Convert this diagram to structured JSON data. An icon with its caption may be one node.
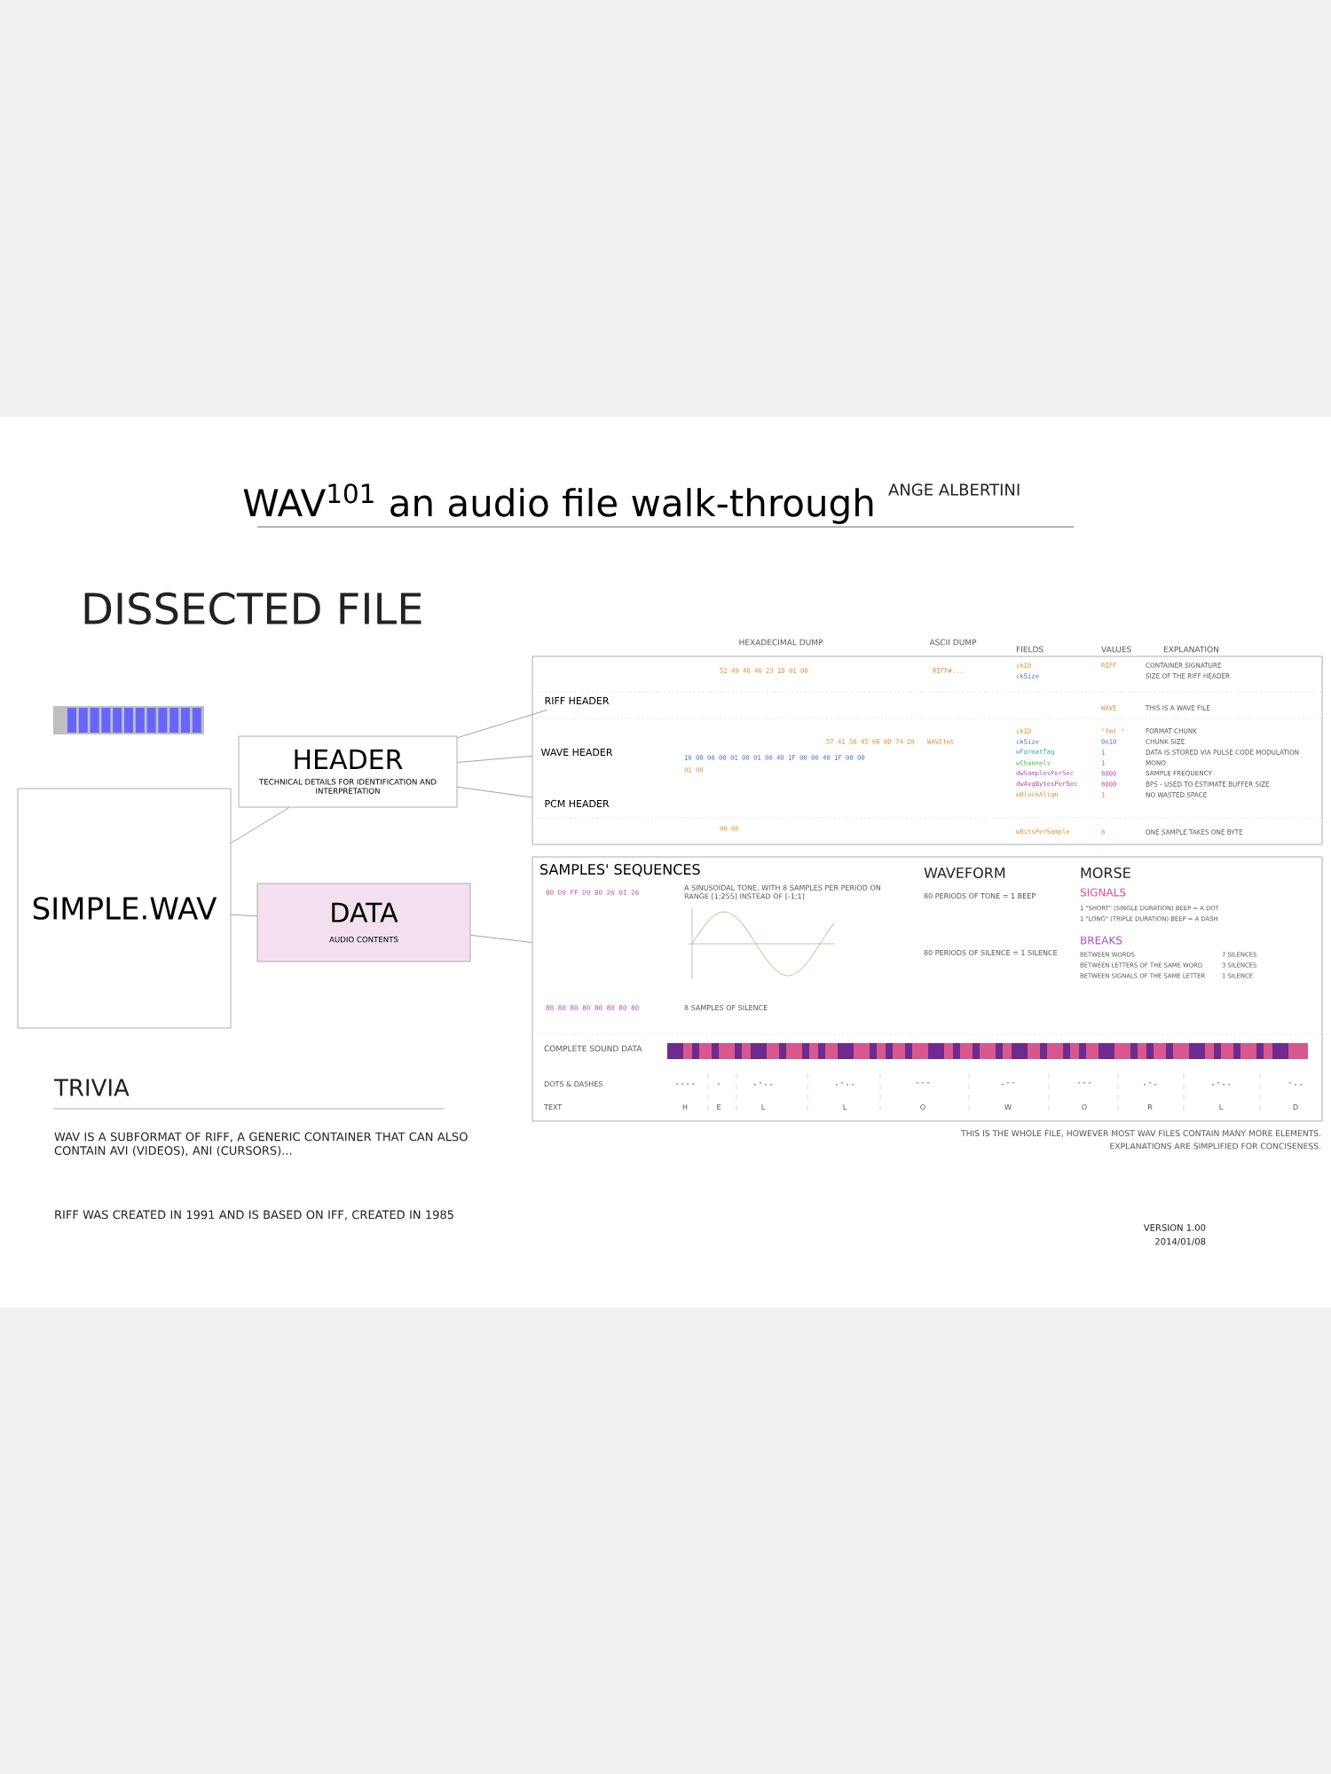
{
  "diagram": {
    "title": "WAV$^{101}$ an audio file walk-through",
    "nodes": [
      {
        "text": [
          "SIMPLE.WAV"
        ]
      },
      {
        "text": [
          "HEADER",
          "TECHNICAL DETAILS FOR IDENTIFICATION AND INTERPRETATION"
        ]
      },
      {
        "text": [
          "DATA",
          "AUDIO CONTENTS"
        ]
      },
      {
        "text": [
          "RIFF HEADER"
        ]
      },
      {
        "text": [
          "WAVE HEADER"
        ]
      },
      {
        "text": [
          "PCM HEADER"
        ]
      },
      {
        "text": [
          "SAMPLES' SEQUENCES"
        ]
      }
    ],
    "edges": [
      {
        "from": 0,
        "to": 1,
        "arrow": "none"
      },
      {
        "from": 0,
        "to": 2,
        "arrow": "none"
      },
      {
        "from": 1,
        "to": 3,
        "arrow": "none"
      },
      {
        "from": 1,
        "to": 4,
        "arrow": "none"
      },
      {
        "from": 1,
        "to": 5,
        "arrow": "none"
      },
      {
        "from": 2,
        "to": 6,
        "arrow": "none"
      }
    ],
    "labels": [
      "DISSECTED FILE",
      "ANGE ALBERTINI",
      "HEXADECIMAL DUMP",
      "ASCII DUMP",
      "FIELDS",
      "VALUES",
      "EXPLANATION",
      "52 49 46 46 23 1D 01 00",
      "RIFF#...",
      "ckID",
      "RIFF",
      "CONTAINER SIGNATURE",
      "ckSize",
      "SIZE OF THE RIFF HEADER",
      "WAVE",
      "THIS IS A WAVE FILE",
      "57 41 56 45 66 6D 74 20",
      "WAVEfmt",
      "10 00 00 00 01 00 01 00 40 1F 00 00 40 1F 00 00",
      "01 00",
      "ckID",
      "\"fmt \"",
      "FORMAT CHUNK",
      "ckSize",
      "0x10",
      "CHUNK SIZE",
      "wFormatTag",
      "1",
      "DATA IS STORED VIA PULSE CODE MODULATION",
      "wChannels",
      "1",
      "MONO",
      "dwSamplesPerSec",
      "8000",
      "SAMPLE FREQUENCY",
      "dwAvgBytesPerSec",
      "8000",
      "BPS - USED TO ESTIMATE BUFFER SIZE",
      "wBlockAlign",
      "1",
      "NO WASTED SPACE",
      "08 00",
      "wBitsPerSample",
      "8",
      "ONE SAMPLE TAKES ONE BYTE",
      "WAVEFORM",
      "MORSE",
      "80 D9 FF D9 80 26 01 26",
      "A SINUSOIDAL TONE, WITH 8 SAMPLES PER PERIOD ON RANGE [1;255] INSTEAD OF [-1;1]",
      "80 PERIODS OF TONE = 1 BEEP",
      "SIGNALS",
      "1 \"SHORT\" (SINGLE DURATION) BEEP = A DOT",
      "1 \"LONG\" (TRIPLE DURATION) BEEP = A DASH",
      "BREAKS",
      "80 PERIODS OF SILENCE = 1 SILENCE",
      "BETWEEN WORDS",
      "7 SILENCES",
      "BETWEEN LETTERS OF THE SAME WORD",
      "3 SILENCES",
      "BETWEEN SIGNALS OF THE SAME LETTER",
      "1 SILENCE",
      "80 80 80 80 80 80 80 80",
      "8 SAMPLES OF SILENCE",
      "COMPLETE SOUND DATA",
      "DOTS & DASHES",
      "TEXT",
      "....",
      ".",
      ".-..",
      ".-..",
      "---",
      ".--",
      "---",
      ".-.",
      ".-..",
      "-..",
      "H",
      "E",
      "L",
      "L",
      "O",
      "W",
      "O",
      "R",
      "L",
      "D",
      "THIS IS THE WHOLE FILE, HOWEVER MOST WAV FILES CONTAIN MANY MORE ELEMENTS.",
      "EXPLANATIONS ARE SIMPLIFIED FOR CONCISENESS.",
      "TRIVIA",
      "WAV IS A SUBFORMAT OF RIFF, A GENERIC CONTAINER THAT CAN ALSO CONTAIN AVI (VIDEOS), ANI (CURSORS)...",
      "RIFF WAS CREATED IN 1991 AND IS BASED ON IFF, CREATED IN 1985",
      "VERSION 1.00",
      "2014/01/08"
    ]
  }
}
